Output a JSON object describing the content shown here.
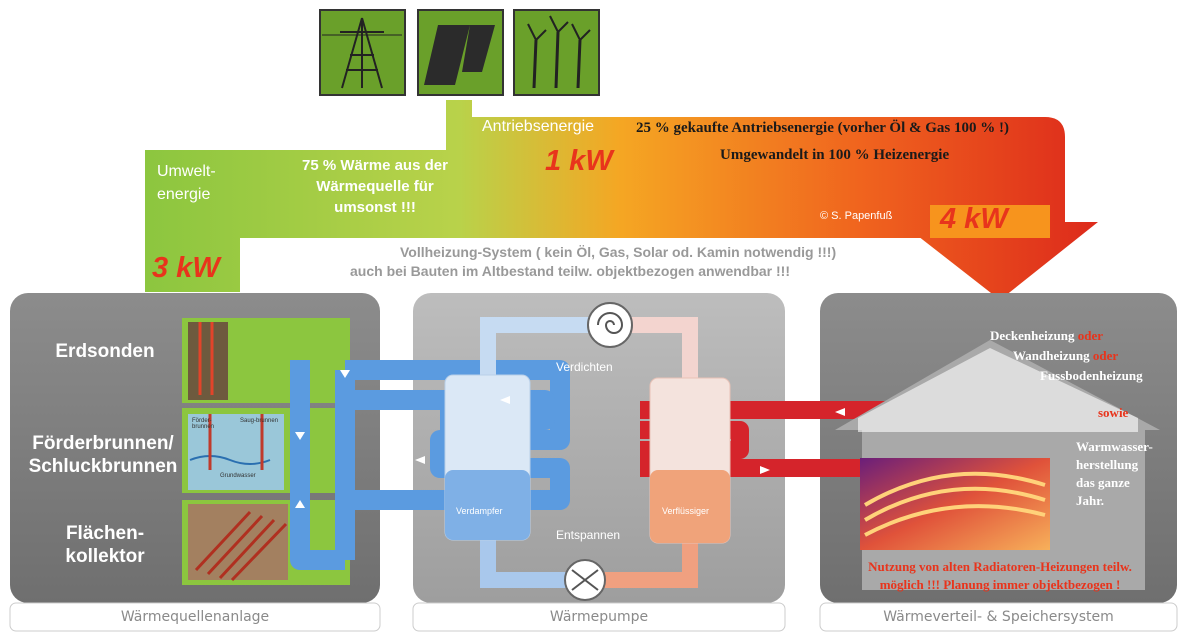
{
  "energy": {
    "antrieb_label": "Antriebsenergie",
    "umwelt_label_1": "Umwelt-",
    "umwelt_label_2": "energie",
    "left_note_1": "75 % Wärme aus der",
    "left_note_2": "Wärmequelle für",
    "left_note_3": "umsonst !!!",
    "drive_note_1": "25 % gekaufte Antriebsenergie (vorher Öl & Gas 100 % !)",
    "drive_note_2": "Umgewandelt in 100 % Heizenergie",
    "kw_drive": "1 kW",
    "kw_env": "3 kW",
    "kw_out": "4 kW",
    "copyright": "© S. Papenfuß",
    "system_note_1": "Vollheizung-System ( kein Öl, Gas, Solar od. Kamin notwendig !!!)",
    "system_note_2": "auch bei Bauten im Altbestand teilw. objektbezogen anwendbar !!!"
  },
  "sources": {
    "erdsonden": "Erdsonden",
    "brunnen_1": "Förderbrunnen/",
    "brunnen_2": "Schluckbrunnen",
    "flaechen_1": "Flächen-",
    "flaechen_2": "kollektor",
    "well_left": "Förder-brunnen",
    "well_right": "Saug-brunnen",
    "groundwater": "Grundwasser"
  },
  "pump": {
    "verdichten": "Verdichten",
    "entspannen": "Entspannen",
    "verdampfer": "Verdampfer",
    "verfluessiger": "Verflüssiger"
  },
  "distribution": {
    "line1_a": "Deckenheizung",
    "line1_b": "oder",
    "line2_a": "Wandheizung",
    "line2_b": "oder",
    "line3": "Fussbodenheizung",
    "sowie": "sowie",
    "ww_1": "Warmwasser-",
    "ww_2": "herstellung",
    "ww_3": "das ganze",
    "ww_4": "Jahr.",
    "note_1": "Nutzung von alten Radiatoren-Heizungen teilw.",
    "note_2": "möglich !!! Planung immer objektbezogen !"
  },
  "panels": {
    "left": "Wärmequellenanlage",
    "middle": "Wärmepumpe",
    "right": "Wärmeverteil- & Speichersystem"
  },
  "icons": [
    "power-pylon-icon",
    "solar-panel-icon",
    "wind-turbine-icon"
  ],
  "colors": {
    "green": "#8cc63f",
    "orange": "#f7941d",
    "red": "#e2261c",
    "blue": "#4a90d9",
    "panel_gray": "#7d7d7d"
  }
}
